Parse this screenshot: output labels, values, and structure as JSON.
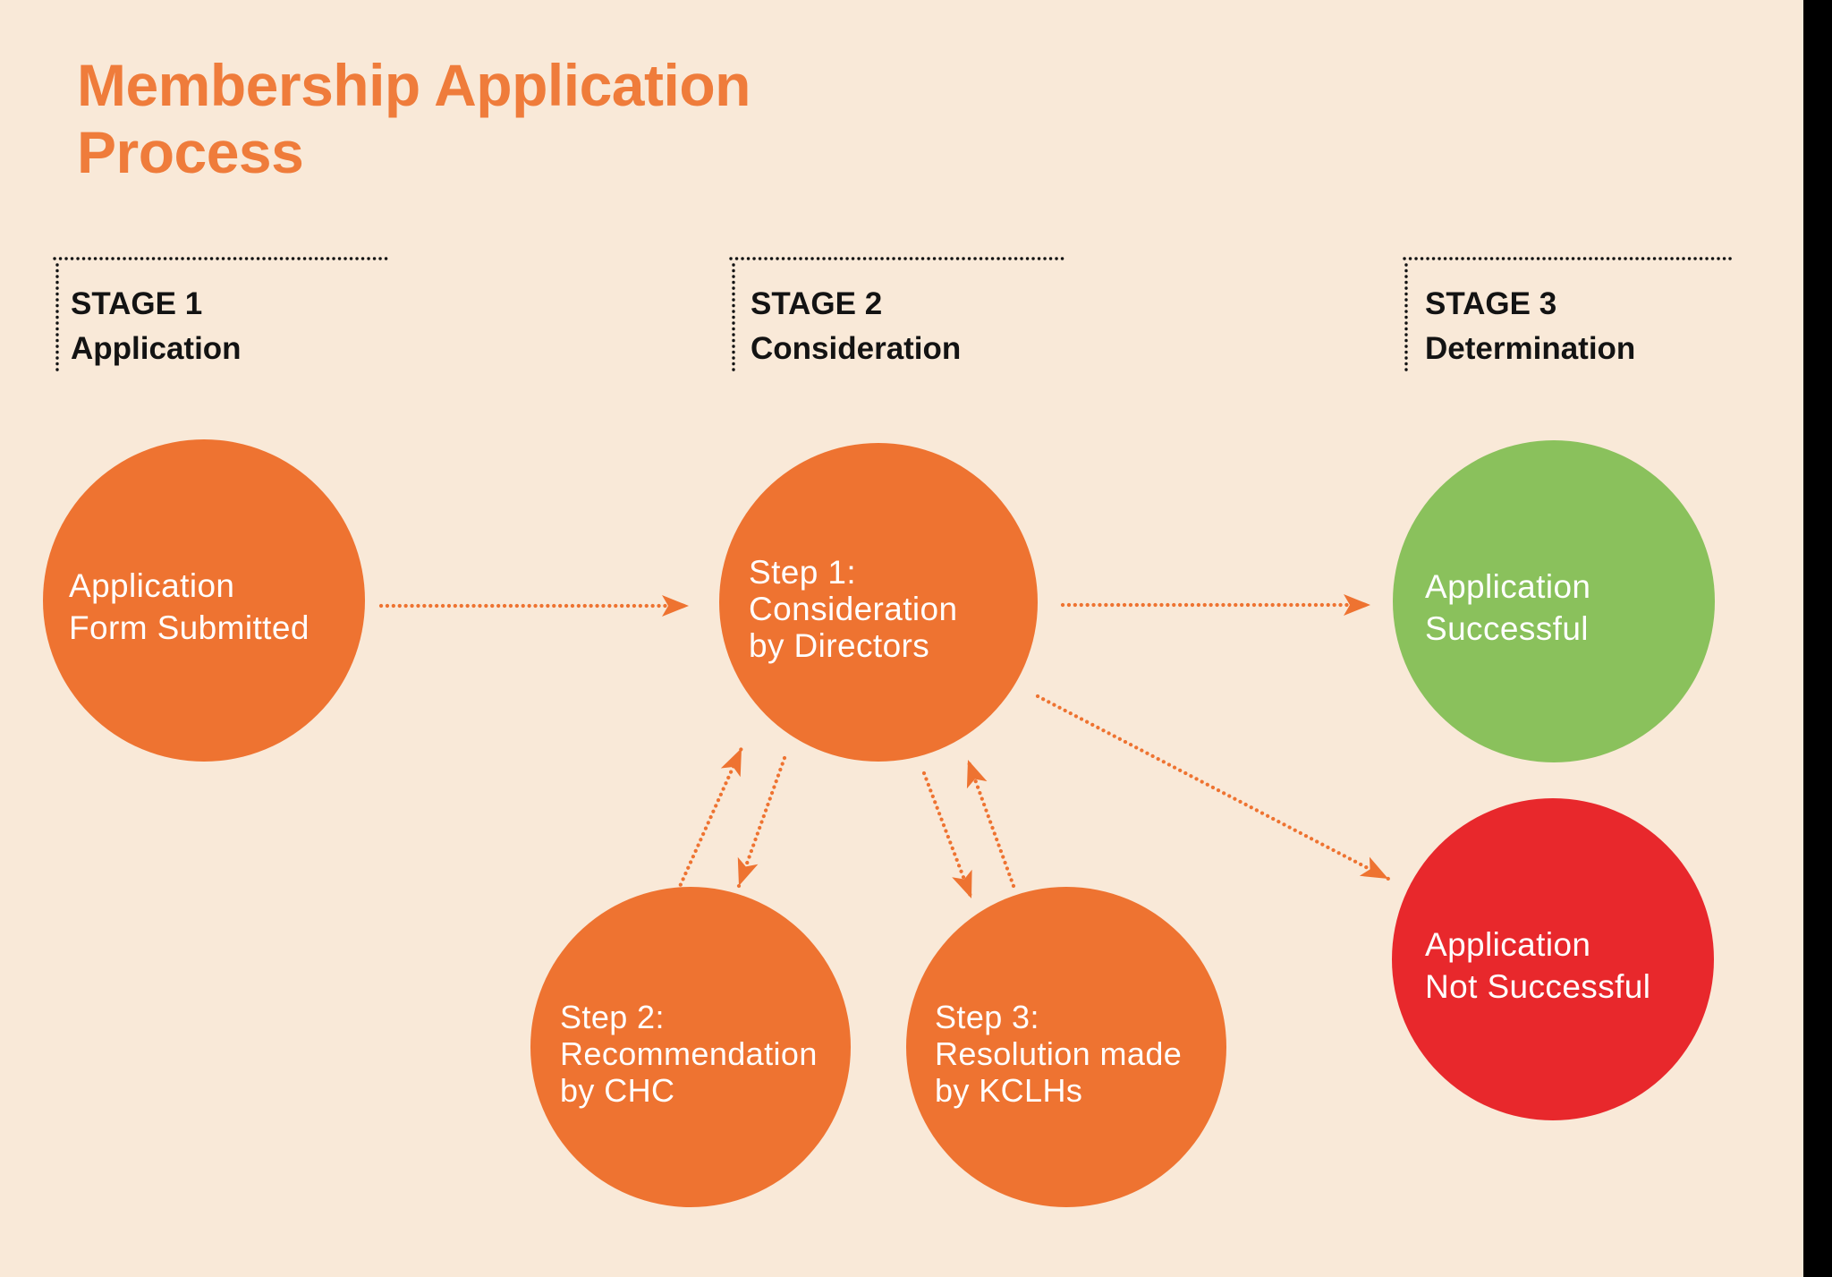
{
  "title": {
    "line1": "Membership Application",
    "line2": "Process"
  },
  "stages": [
    {
      "label": "STAGE 1",
      "sublabel": "Application"
    },
    {
      "label": "STAGE 2",
      "sublabel": "Consideration"
    },
    {
      "label": "STAGE 3",
      "sublabel": "Determination"
    }
  ],
  "nodes": [
    {
      "id": "application-form-submitted",
      "lines": [
        "Application",
        "Form Submitted"
      ],
      "color": "#ee7331",
      "text_color": "#ffffff"
    },
    {
      "id": "step-1-consideration-by-directors",
      "lines": [
        "Step 1:",
        "Consideration",
        "by Directors"
      ],
      "color": "#ee7331",
      "text_color": "#ffffff"
    },
    {
      "id": "step-2-recommendation-by-chc",
      "lines": [
        "Step 2:",
        "Recommendation",
        "by CHC"
      ],
      "color": "#ee7331",
      "text_color": "#ffffff"
    },
    {
      "id": "step-3-resolution-made-by-kclhs",
      "lines": [
        "Step 3:",
        "Resolution made",
        "by KCLHs"
      ],
      "color": "#ee7331",
      "text_color": "#ffffff"
    },
    {
      "id": "application-successful",
      "lines": [
        "Application",
        "Successful"
      ],
      "color": "#8ac15c",
      "text_color": "#ffffff"
    },
    {
      "id": "application-not-successful",
      "lines": [
        "Application",
        "Not Successful"
      ],
      "color": "#e8282c",
      "text_color": "#ffffff"
    }
  ],
  "colors": {
    "background": "#f9e9d8",
    "title_text": "#ef7c3b",
    "stage_text": "#131313",
    "arrow": "#ee7331",
    "right_edge_strip": "#000000"
  }
}
